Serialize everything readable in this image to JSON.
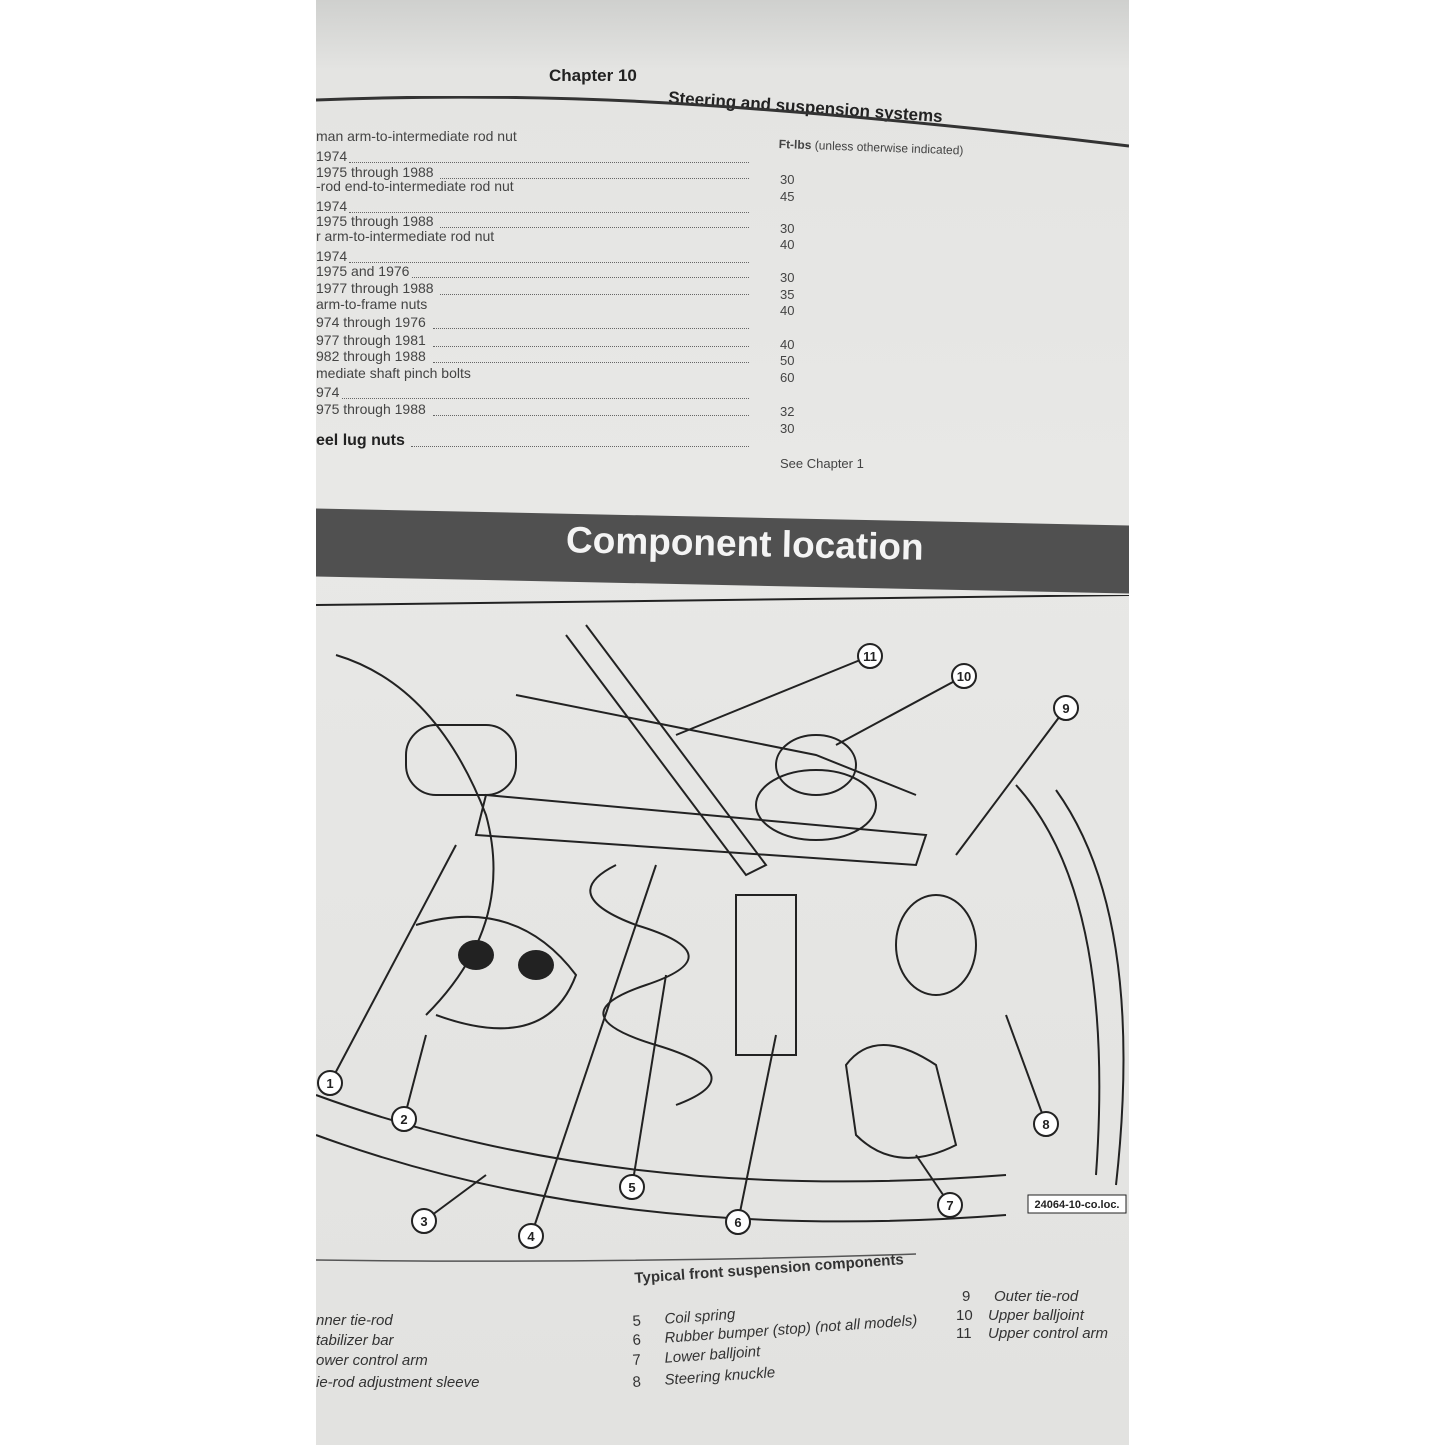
{
  "header": {
    "chapter": "Chapter 10",
    "title": "Steering and suspension systems"
  },
  "specs": {
    "units_label": "Ft-lbs",
    "units_note": "(unless otherwise indicated)",
    "rows": [
      "man arm-to-intermediate rod nut",
      "1974",
      "1975 through 1988",
      "-rod end-to-intermediate rod nut",
      "1974",
      "1975 through 1988",
      "r arm-to-intermediate rod nut",
      "1974",
      "1975 and 1976",
      "1977 through 1988",
      "arm-to-frame nuts",
      "974 through 1976",
      "977 through 1981",
      "982 through 1988",
      "mediate shaft pinch bolts",
      "974",
      "975 through 1988",
      "eel lug nuts"
    ],
    "values": [
      "30",
      "45",
      "30",
      "40",
      "30",
      "35",
      "40",
      "40",
      "50",
      "60",
      "32",
      "30",
      "See Chapter 1"
    ]
  },
  "section": {
    "title": "Component location"
  },
  "diagram": {
    "callouts": [
      "1",
      "2",
      "3",
      "4",
      "5",
      "6",
      "7",
      "8",
      "9",
      "10",
      "11"
    ],
    "code": "24064-10-co.loc."
  },
  "caption": {
    "title": "Typical front suspension components",
    "items": [
      {
        "num": "",
        "label": "nner tie-rod"
      },
      {
        "num": "",
        "label": "tabilizer bar"
      },
      {
        "num": "",
        "label": "ower control arm"
      },
      {
        "num": "",
        "label": "ie-rod adjustment sleeve"
      },
      {
        "num": "5",
        "label": "Coil spring"
      },
      {
        "num": "6",
        "label": "Rubber bumper (stop) (not all models)"
      },
      {
        "num": "7",
        "label": "Lower balljoint"
      },
      {
        "num": "8",
        "label": "Steering knuckle"
      },
      {
        "num": "9",
        "label": "Outer tie-rod"
      },
      {
        "num": "10",
        "label": "Upper balljoint"
      },
      {
        "num": "11",
        "label": "Upper control arm"
      }
    ]
  }
}
